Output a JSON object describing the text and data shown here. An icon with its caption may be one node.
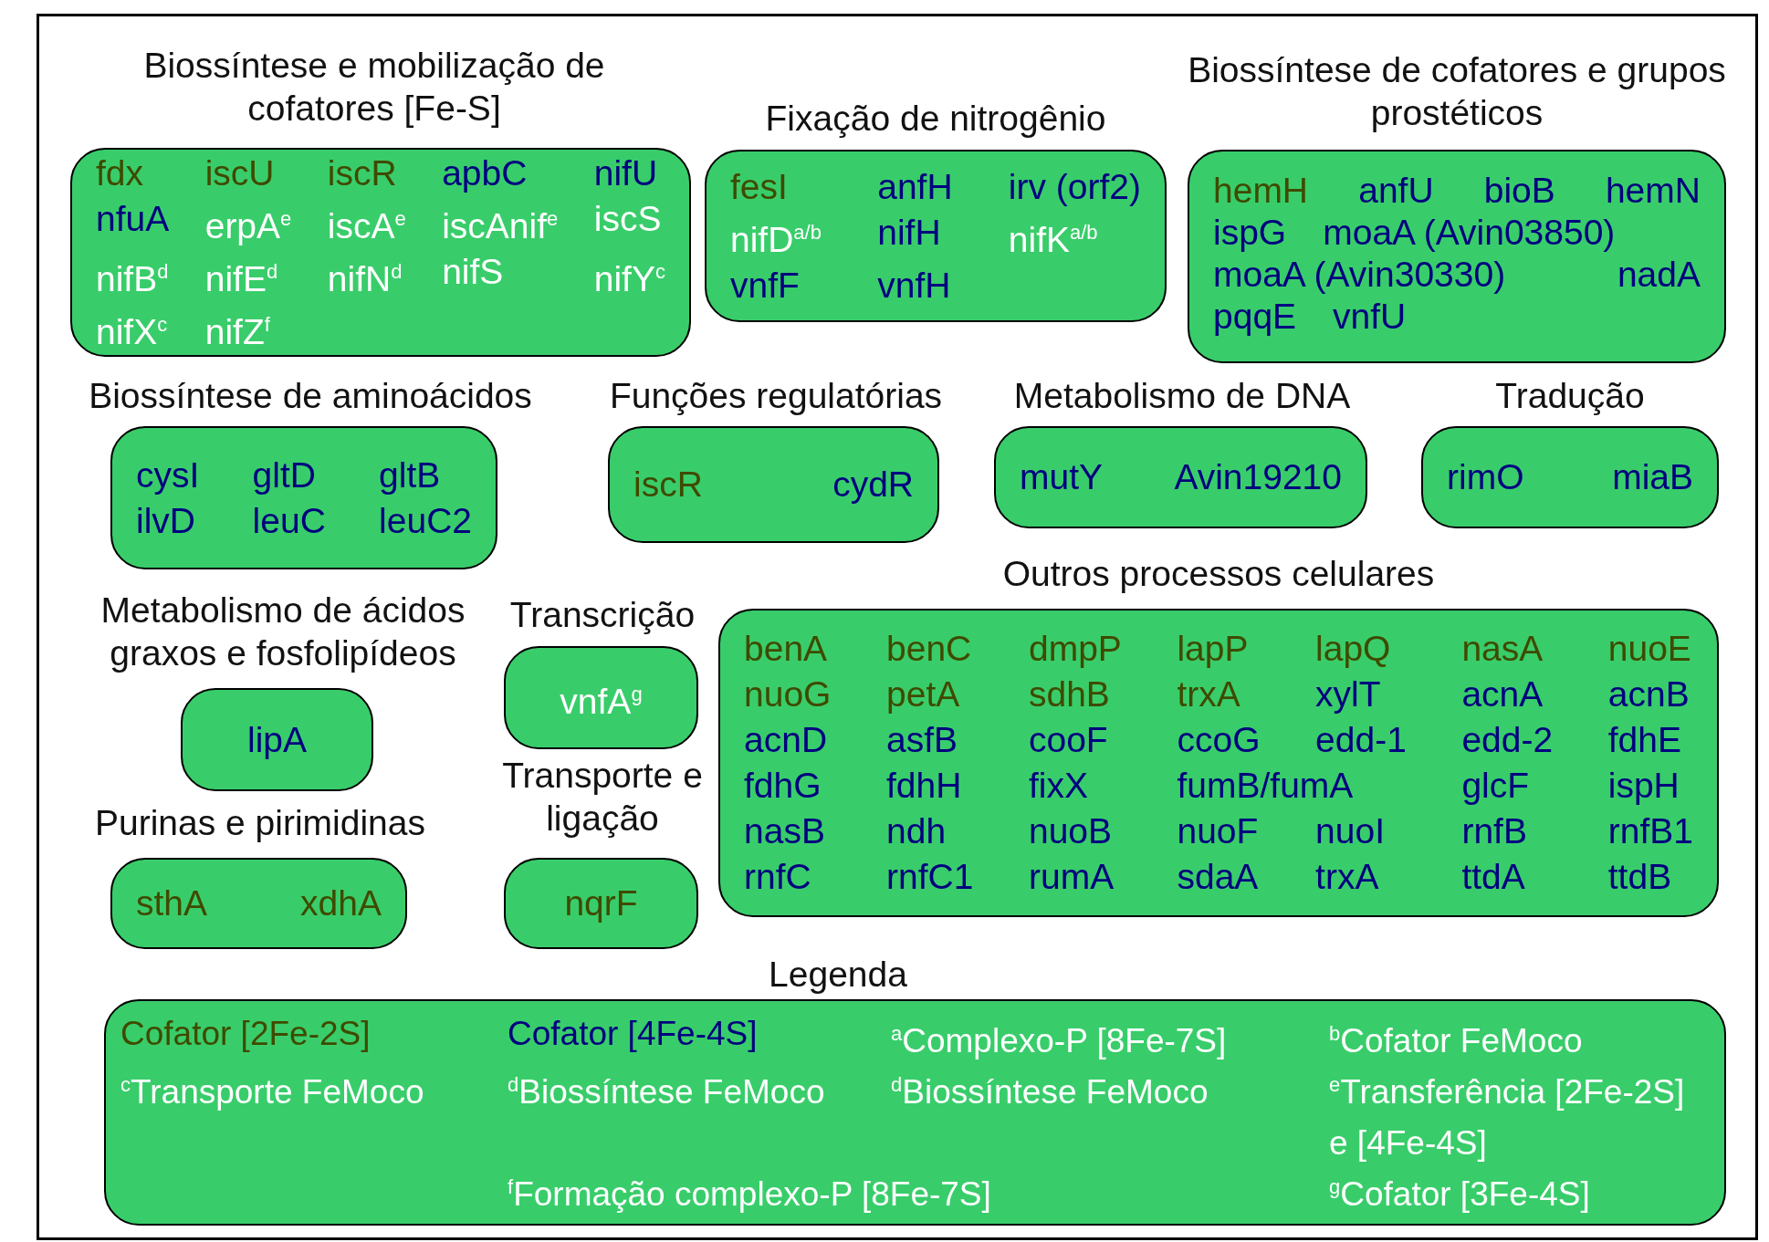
{
  "diagram": {
    "nodes": [
      {
        "text": [
          "Biossíntese e mobilização de cofatores [Fe-S]",
          "fdx",
          "iscU",
          "iscR",
          "apbC",
          "nifU",
          "nfuA",
          "erpA$^{e}$",
          "iscA$^{e}$",
          "iscAnif$^{e}$",
          "iscS",
          "nifB$^{d}$",
          "nifE$^{d}$",
          "nifN$^{d}$",
          "nifS",
          "nifY$^{c}$",
          "nifX$^{c}$",
          "nifZ$^{f}$"
        ]
      },
      {
        "text": [
          "Fixação de nitrogênio",
          "fesI",
          "anfH",
          "irv (orf2)",
          "nifD$^{a/b}$",
          "nifH",
          "nifK$^{a/b}$",
          "vnfF",
          "vnfH"
        ]
      },
      {
        "text": [
          "Biossíntese de cofatores e grupos prostéticos",
          "hemH",
          "anfU",
          "bioB",
          "hemN",
          "ispG",
          "moaA (Avin03850)",
          "moaA (Avin30330)",
          "nadA",
          "pqqE",
          "vnfU"
        ]
      },
      {
        "text": [
          "Biossíntese de aminoácidos",
          "cysI",
          "gltD",
          "gltB",
          "ilvD",
          "leuC",
          "leuC2"
        ]
      },
      {
        "text": [
          "Funções regulatórias",
          "iscR",
          "cydR"
        ]
      },
      {
        "text": [
          "Metabolismo de DNA",
          "mutY",
          "Avin19210"
        ]
      },
      {
        "text": [
          "Tradução",
          "rimO",
          "miaB"
        ]
      },
      {
        "text": [
          "Metabolismo de ácidos graxos e fosfolipídeos",
          "lipA"
        ]
      },
      {
        "text": [
          "Transcrição",
          "vnfA$^{g}$"
        ]
      },
      {
        "text": [
          "Outros processos celulares",
          "benA",
          "benC",
          "dmpP",
          "lapP",
          "lapQ",
          "nasA",
          "nuoE",
          "nuoG",
          "petA",
          "sdhB",
          "trxA",
          "xylT",
          "acnA",
          "acnB",
          "acnD",
          "asfB",
          "cooF",
          "ccoG",
          "edd-1",
          "edd-2",
          "fdhE",
          "fdhG",
          "fdhH",
          "fixX",
          "fumB/fumA",
          "glcF",
          "ispH",
          "nasB",
          "ndh",
          "nuoB",
          "nuoF",
          "nuoI",
          "rnfB",
          "rnfB1",
          "rnfC",
          "rnfC1",
          "rumA",
          "sdaA",
          "trxA",
          "ttdA",
          "ttdB"
        ]
      },
      {
        "text": [
          "Purinas e pirimidinas",
          "sthA",
          "xdhA"
        ]
      },
      {
        "text": [
          "Transporte e ligação",
          "nqrF"
        ]
      }
    ],
    "labels": [
      "Legenda"
    ],
    "legend": [
      {
        "text": "Cofator [2Fe-2S]",
        "color": "#3f4a00"
      },
      {
        "text": "Cofator [4Fe-4S]",
        "color": "#00007f"
      },
      {
        "text": "$^{a}$Complexo-P [8Fe-7S]"
      },
      {
        "text": "$^{b}$Cofator FeMoco"
      },
      {
        "text": "$^{c}$Transporte FeMoco"
      },
      {
        "text": "$^{d}$Biossíntese FeMoco"
      },
      {
        "text": "$^{d}$Biossíntese FeMoco"
      },
      {
        "text": "$^{e}$Transferência [2Fe-2S] e [4Fe-4S]"
      },
      {
        "text": "$^{f}$Formação complexo-P [8Fe-7S]"
      },
      {
        "text": "$^{g}$Cofator [3Fe-4S]"
      }
    ]
  }
}
